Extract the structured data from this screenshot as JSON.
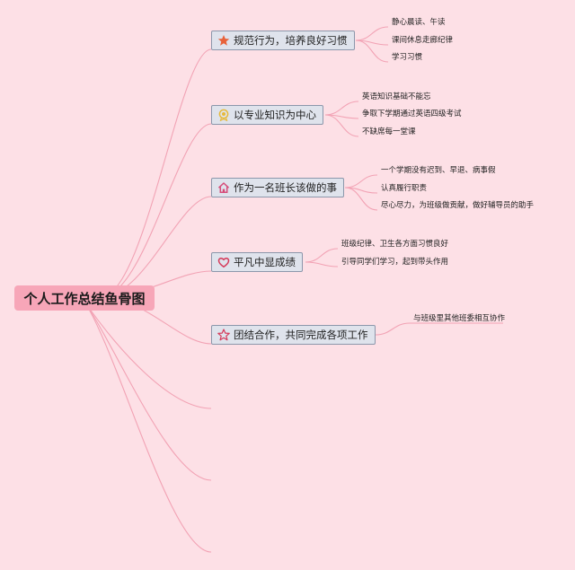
{
  "root": {
    "label": "个人工作总结鱼骨图"
  },
  "branches": [
    {
      "label": "规范行为，培养良好习惯",
      "icon": "star-filled-icon",
      "leaves": [
        "静心晨读、午读",
        "课间休息走廊纪律",
        "学习习惯"
      ]
    },
    {
      "label": "以专业知识为中心",
      "icon": "medal-icon",
      "leaves": [
        "英语知识基础不能忘",
        "争取下学期通过英语四级考试",
        "不缺席每一堂课"
      ]
    },
    {
      "label": "作为一名班长该做的事",
      "icon": "home-icon",
      "leaves": [
        "一个学期没有迟到、早退、病事假",
        "认真履行职责",
        "尽心尽力，为班级做贡献，做好辅导员的助手"
      ]
    },
    {
      "label": "平凡中显成绩",
      "icon": "heart-outline-icon",
      "leaves": [
        "班级纪律、卫生各方面习惯良好",
        "引导同学们学习，起到带头作用"
      ]
    },
    {
      "label": "团结合作，共同完成各项工作",
      "icon": "star-outline-icon",
      "leaves": [
        "与班级里其他班委相互协作"
      ]
    }
  ],
  "colors": {
    "line": "#f2a2b4",
    "background": "#fde0e6",
    "root": "#f7a6b8",
    "branch_fill": "#dfe3ec"
  }
}
